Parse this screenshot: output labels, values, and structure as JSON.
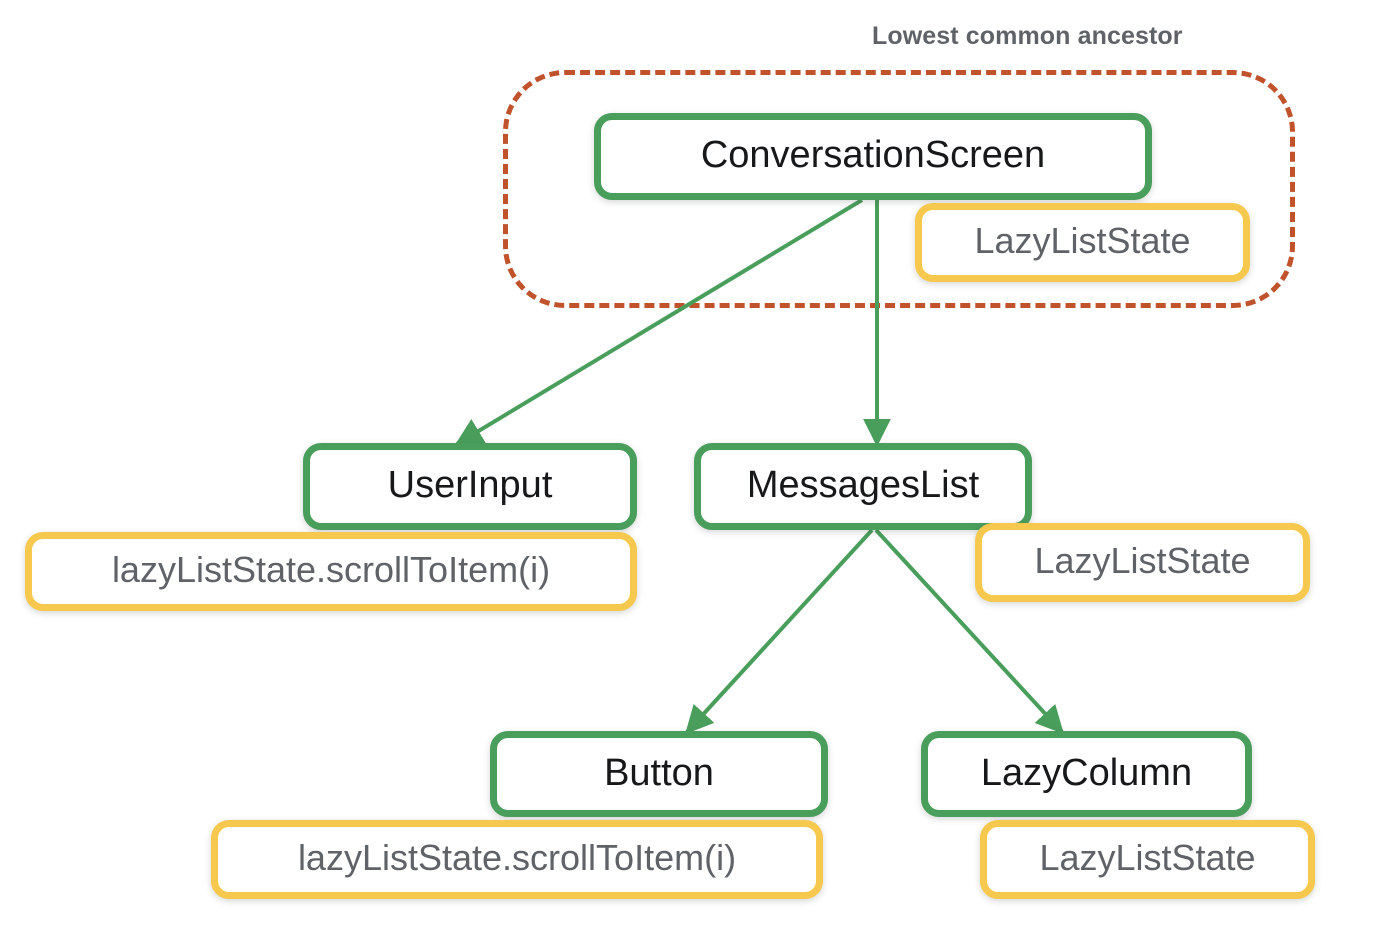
{
  "diagram": {
    "title_annotation": "Lowest common ancestor",
    "accent_colors": {
      "node_border_green": "#4a9e5c",
      "state_border_yellow": "#f6c94e",
      "lca_dashed_border": "#c0522c",
      "edge_green": "#4a9e5c",
      "label_gray": "#5f6368",
      "node_text": "#17181a",
      "background": "#ffffff"
    },
    "nodes": [
      {
        "id": "conversation-screen",
        "label": "ConversationScreen",
        "kind": "composable"
      },
      {
        "id": "user-input",
        "label": "UserInput",
        "kind": "composable"
      },
      {
        "id": "messages-list",
        "label": "MessagesList",
        "kind": "composable"
      },
      {
        "id": "button",
        "label": "Button",
        "kind": "composable"
      },
      {
        "id": "lazy-column",
        "label": "LazyColumn",
        "kind": "composable"
      }
    ],
    "state_badges": [
      {
        "id": "state-conversation-screen",
        "label": "LazyListState",
        "attached_to": "conversation-screen"
      },
      {
        "id": "state-user-input",
        "label": "lazyListState.scrollToItem(i)",
        "attached_to": "user-input"
      },
      {
        "id": "state-messages-list",
        "label": "LazyListState",
        "attached_to": "messages-list"
      },
      {
        "id": "state-button",
        "label": "lazyListState.scrollToItem(i)",
        "attached_to": "button"
      },
      {
        "id": "state-lazy-column",
        "label": "LazyListState",
        "attached_to": "lazy-column"
      }
    ],
    "edges": [
      {
        "from": "conversation-screen",
        "to": "user-input"
      },
      {
        "from": "conversation-screen",
        "to": "messages-list"
      },
      {
        "from": "messages-list",
        "to": "button"
      },
      {
        "from": "messages-list",
        "to": "lazy-column"
      }
    ]
  }
}
